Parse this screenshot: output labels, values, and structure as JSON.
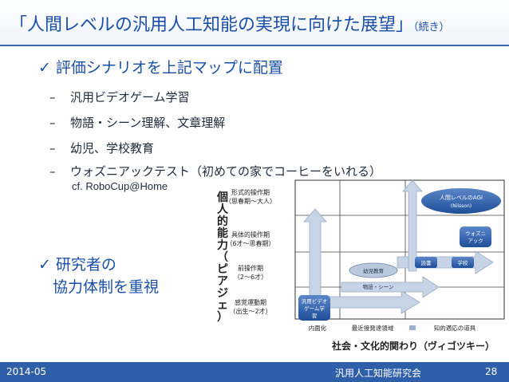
{
  "title": {
    "main": "「人間レベルの汎用人工知能の実現に向けた展望」",
    "suffix": "（続き）"
  },
  "bullets": [
    {
      "check": "✓",
      "text": "評価シナリオを上記マップに配置"
    },
    {
      "check": "✓",
      "line1": "研究者の",
      "line2": "協力体制を重視"
    }
  ],
  "subitems": [
    "汎用ビデオゲーム学習",
    "物語・シーン理解、文章理解",
    "幼児、学校教育",
    "ウォズニアックテスト（初めての家でコーヒーをいれる）"
  ],
  "dash": "–",
  "note": "cf. RoboCup@Home",
  "diagram": {
    "y_axis_title": "個人的能力（ピアジェ）",
    "y_levels": [
      {
        "l1": "形式的操作期",
        "l2": "（思春期〜大人）"
      },
      {
        "l1": "具体的操作期",
        "l2": "（6才〜思春期）"
      },
      {
        "l1": "前操作期",
        "l2": "（2〜6才）"
      },
      {
        "l1": "感覚運動期",
        "l2": "（出生〜2才）"
      }
    ],
    "x_levels": [
      "内面化",
      "最近接発達領域",
      "知的適応の道具"
    ],
    "x_axis_title": "社会・文化的関わり（ヴィゴツキー）",
    "items": {
      "agi": {
        "l1": "人間レベルのAGI",
        "l2": "(Nilsson)"
      },
      "woz": {
        "l1": "ウォズニ",
        "l2": "アック"
      },
      "reading": "読書",
      "school": "学校",
      "infant": "幼児教育",
      "story": "物語・シーン",
      "game": {
        "l1": "汎用ビデオ",
        "l2": "ゲーム学",
        "l3": "習"
      }
    },
    "colors": {
      "accent": "#2e5da8",
      "arrow": "#c6d4e6",
      "bubble": "#3b6ab3"
    }
  },
  "footer": {
    "date": "2014-05",
    "org": "汎用人工知能研究会",
    "page": "28"
  }
}
